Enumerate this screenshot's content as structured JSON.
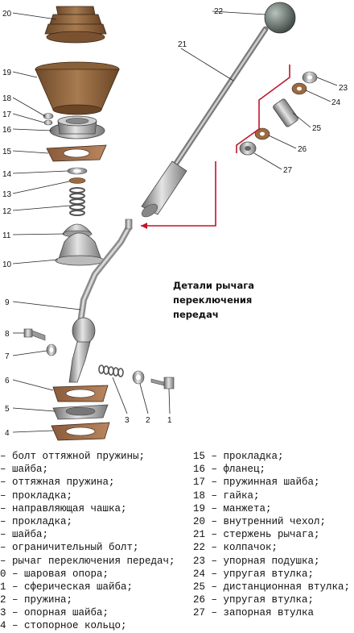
{
  "diagram": {
    "caption_lines": [
      "Детали рычага",
      "переключения",
      "передач"
    ],
    "callouts": [
      "1",
      "2",
      "3",
      "4",
      "5",
      "6",
      "7",
      "8",
      "9",
      "10",
      "11",
      "12",
      "13",
      "14",
      "15",
      "16",
      "17",
      "18",
      "19",
      "20",
      "21",
      "22",
      "23",
      "24",
      "25",
      "26",
      "27"
    ]
  },
  "legend": {
    "left": [
      "– болт оттяжной пружины;",
      "– шайба;",
      "– оттяжная пружина;",
      "– прокладка;",
      "– направляющая чашка;",
      "– прокладка;",
      "– шайба;",
      "– ограничительный болт;",
      "– рычаг переключения передач;",
      "0 – шаровая опора;",
      "1 – сферическая шайба;",
      "2 – пружина;",
      "3 – опорная шайба;",
      "4 – стопорное кольцо;"
    ],
    "right": [
      "15 – прокладка;",
      "16 – фланец;",
      "17 – пружинная шайба;",
      "18 – гайка;",
      "19 – манжета;",
      "20 – внутренний чехол;",
      "21 – стержень рычага;",
      "22 – колпачок;",
      "23 – упорная подушка;",
      "24 – упругая втулка;",
      "25 – дистанционная втулка;",
      "26 – упругая втулка;",
      "27 – запорная втулка"
    ]
  }
}
